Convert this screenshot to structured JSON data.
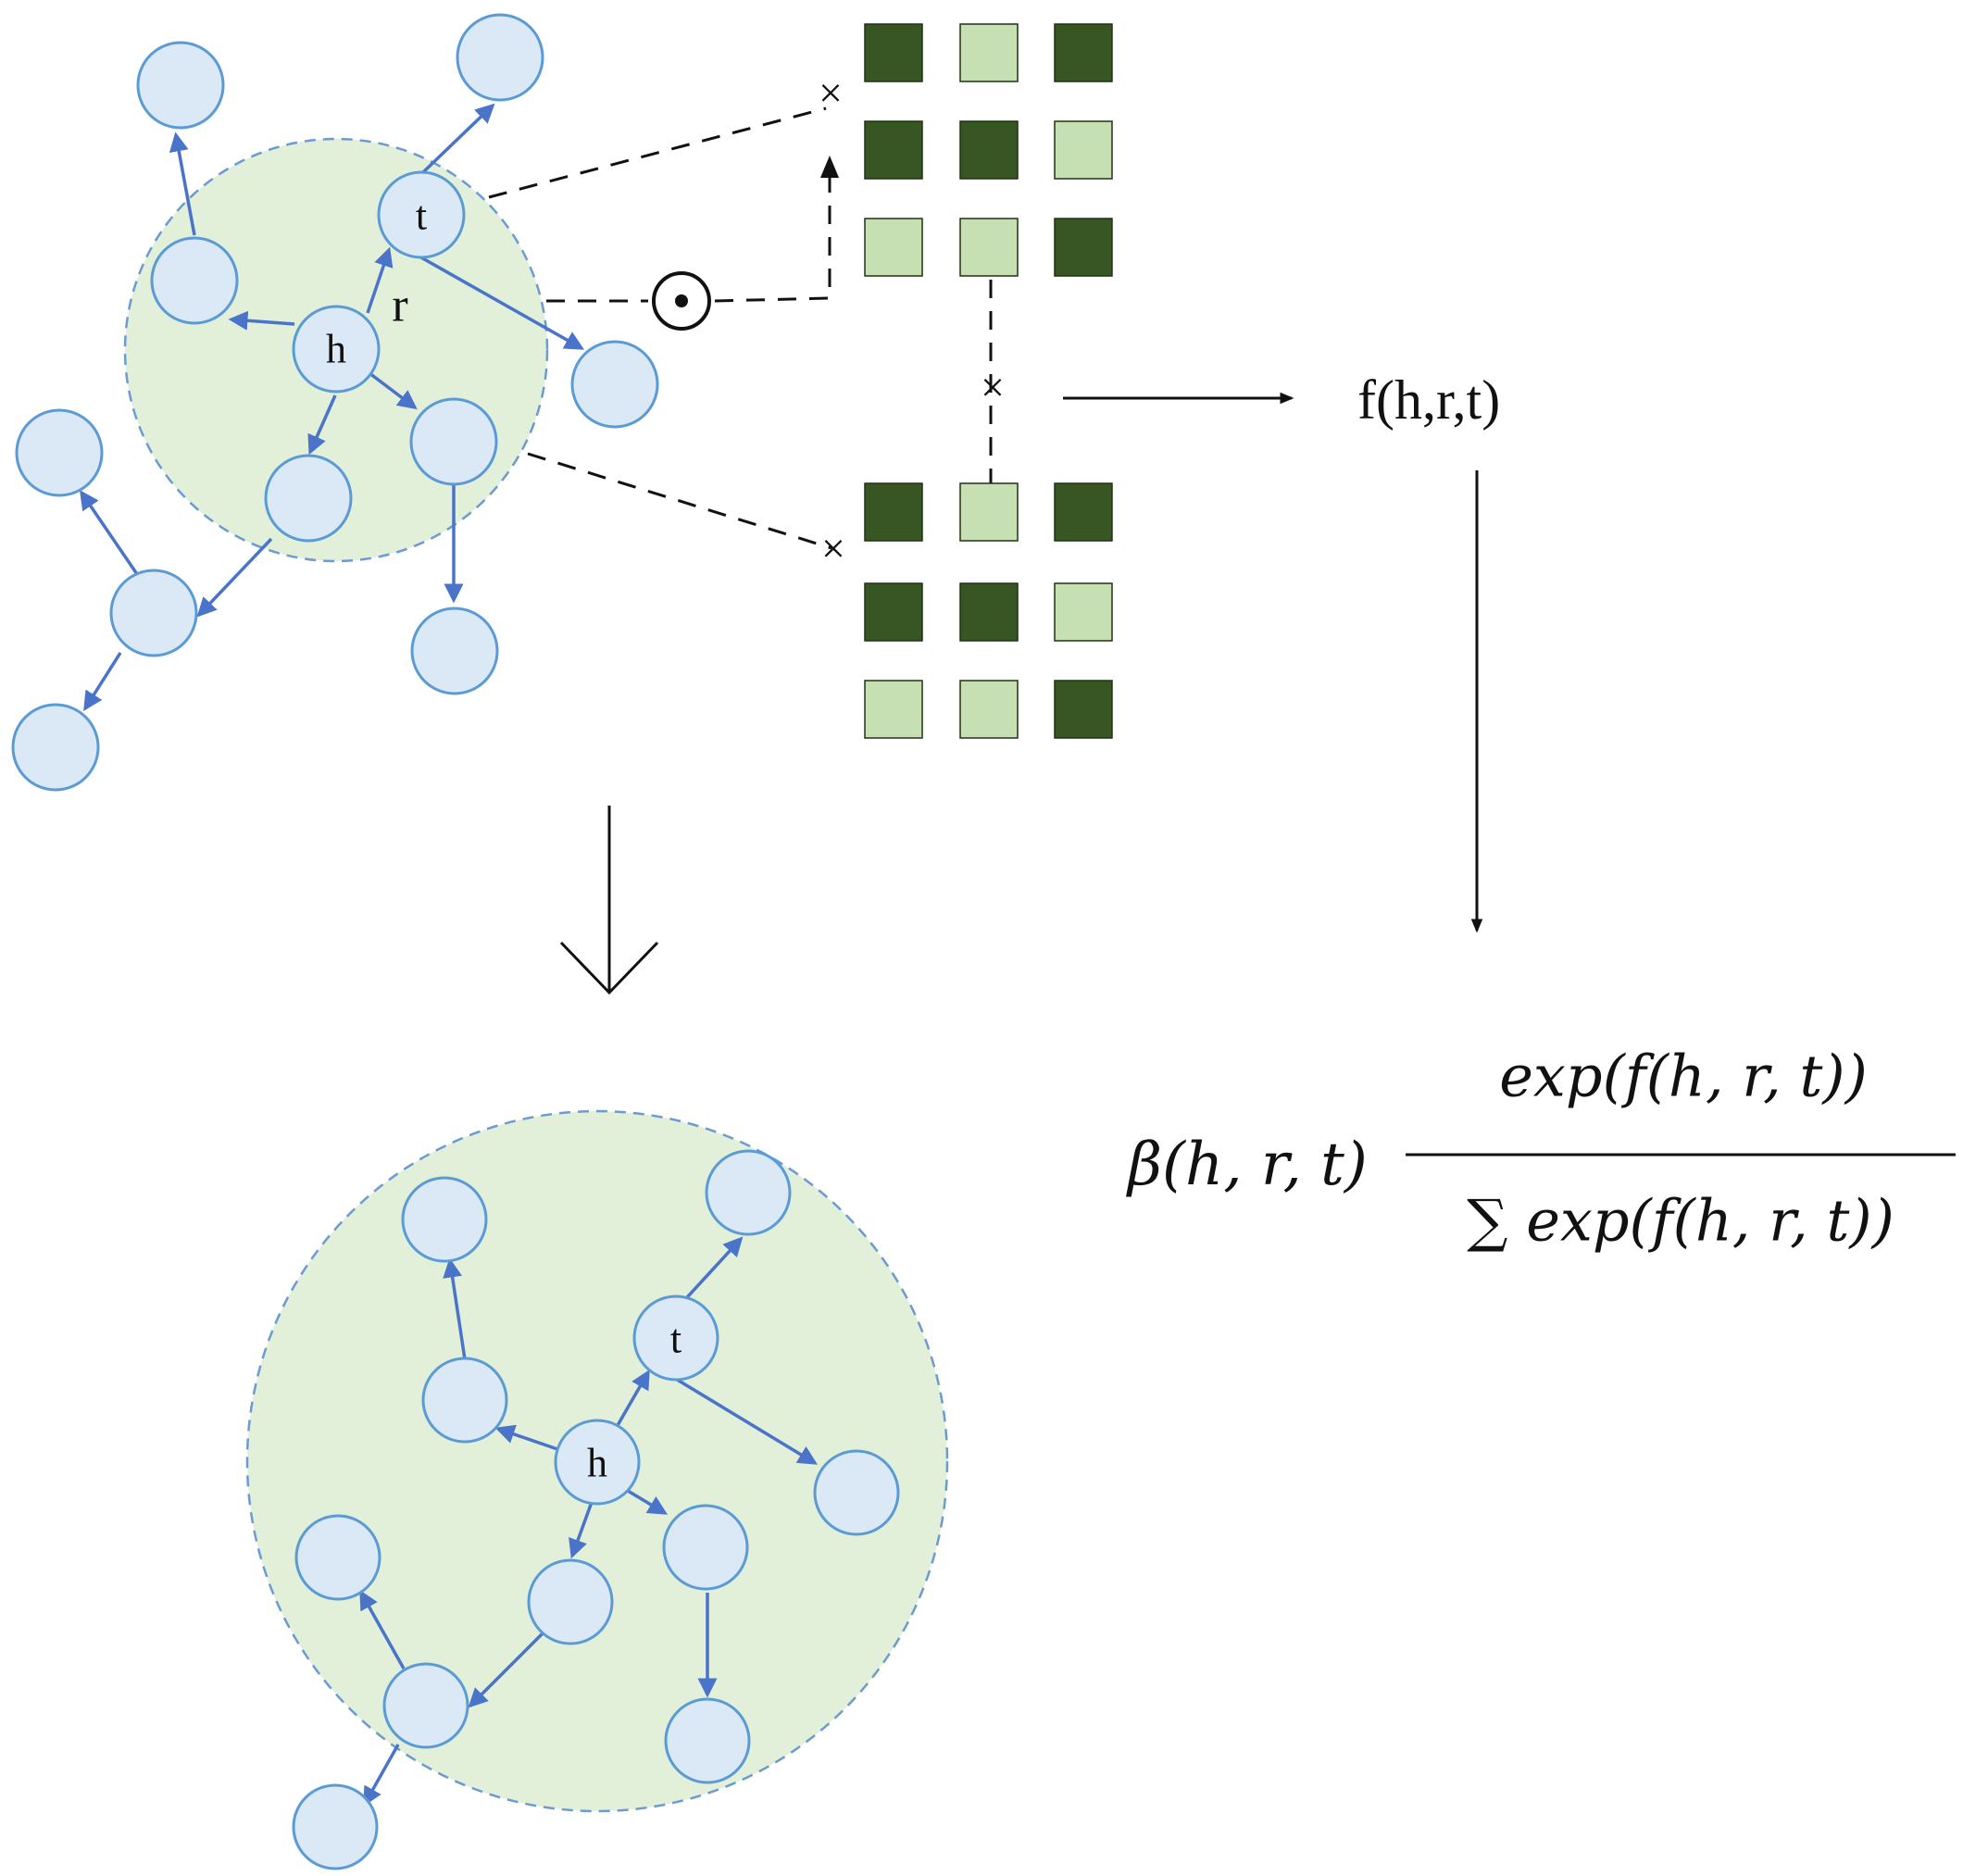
{
  "labels": {
    "node_h": "h",
    "node_t": "t",
    "relation_r": "r",
    "score": "f(h,r,t)"
  },
  "formula": {
    "coefficient": "β(h, r, t)",
    "numerator": "exp(f(h, r, t))",
    "denominator": "∑ exp(f(h, r, t))"
  },
  "colors": {
    "node_fill": "#dbe8f6",
    "node_stroke": "#5b9bd5",
    "edge": "#4a74c9",
    "cluster_fill": "#e2efd9",
    "dark_square": "#375623",
    "light_square": "#c6e0b4"
  },
  "matrices": {
    "top": [
      [
        "dark",
        "light",
        "dark"
      ],
      [
        "dark",
        "dark",
        "light"
      ],
      [
        "light",
        "light",
        "dark"
      ]
    ],
    "bottom": [
      [
        "dark",
        "light",
        "dark"
      ],
      [
        "dark",
        "dark",
        "light"
      ],
      [
        "light",
        "light",
        "dark"
      ]
    ]
  },
  "operators": {
    "hadamard": "⊙",
    "cross": "×"
  }
}
